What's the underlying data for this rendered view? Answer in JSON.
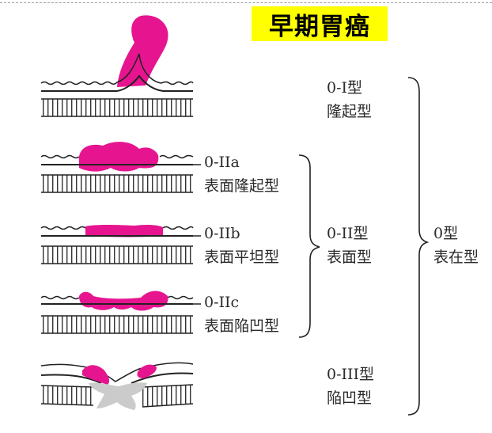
{
  "title": "早期胃癌",
  "colors": {
    "lesion": "#e6158f",
    "title_bg": "#ffff00",
    "ulcer": "#c8c8c8"
  },
  "types": {
    "type_0I": {
      "code": "0-I型",
      "name": "隆起型"
    },
    "type_0IIa": {
      "code": "0-IIa",
      "name": "表面隆起型"
    },
    "type_0IIb": {
      "code": "0-IIb",
      "name": "表面平坦型"
    },
    "type_0IIc": {
      "code": "0-IIc",
      "name": "表面陥凹型"
    },
    "type_0II": {
      "code": "0-II型",
      "name": "表面型"
    },
    "type_0III": {
      "code": "0-III型",
      "name": "陥凹型"
    },
    "type_0": {
      "code": "0型",
      "name": "表在型"
    }
  }
}
